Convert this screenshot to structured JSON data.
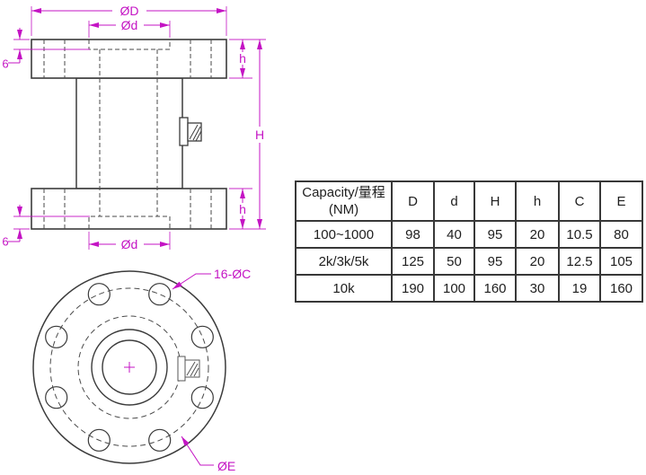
{
  "colors": {
    "accent": "#c414c4",
    "line": "#3b3b3b"
  },
  "drawing": {
    "labels": {
      "outer_diameter": "ØD",
      "inner_diameter_top": "Ød",
      "inner_diameter_bottom": "Ød",
      "total_height": "H",
      "flange_height_top": "h",
      "flange_height_bottom": "h",
      "recess_depth_top": "6",
      "recess_depth_bottom": "6",
      "bolt_holes": "16-ØC",
      "bolt_circle_diameter": "ØE"
    }
  },
  "table": {
    "header": {
      "capacity_line1": "Capacity/量程",
      "capacity_line2": "(NM)",
      "columns": [
        "D",
        "d",
        "H",
        "h",
        "C",
        "E"
      ]
    },
    "rows": [
      {
        "capacity": "100~1000",
        "values": [
          "98",
          "40",
          "95",
          "20",
          "10.5",
          "80"
        ]
      },
      {
        "capacity": "2k/3k/5k",
        "values": [
          "125",
          "50",
          "95",
          "20",
          "12.5",
          "105"
        ]
      },
      {
        "capacity": "10k",
        "values": [
          "190",
          "100",
          "160",
          "30",
          "19",
          "160"
        ]
      }
    ]
  }
}
